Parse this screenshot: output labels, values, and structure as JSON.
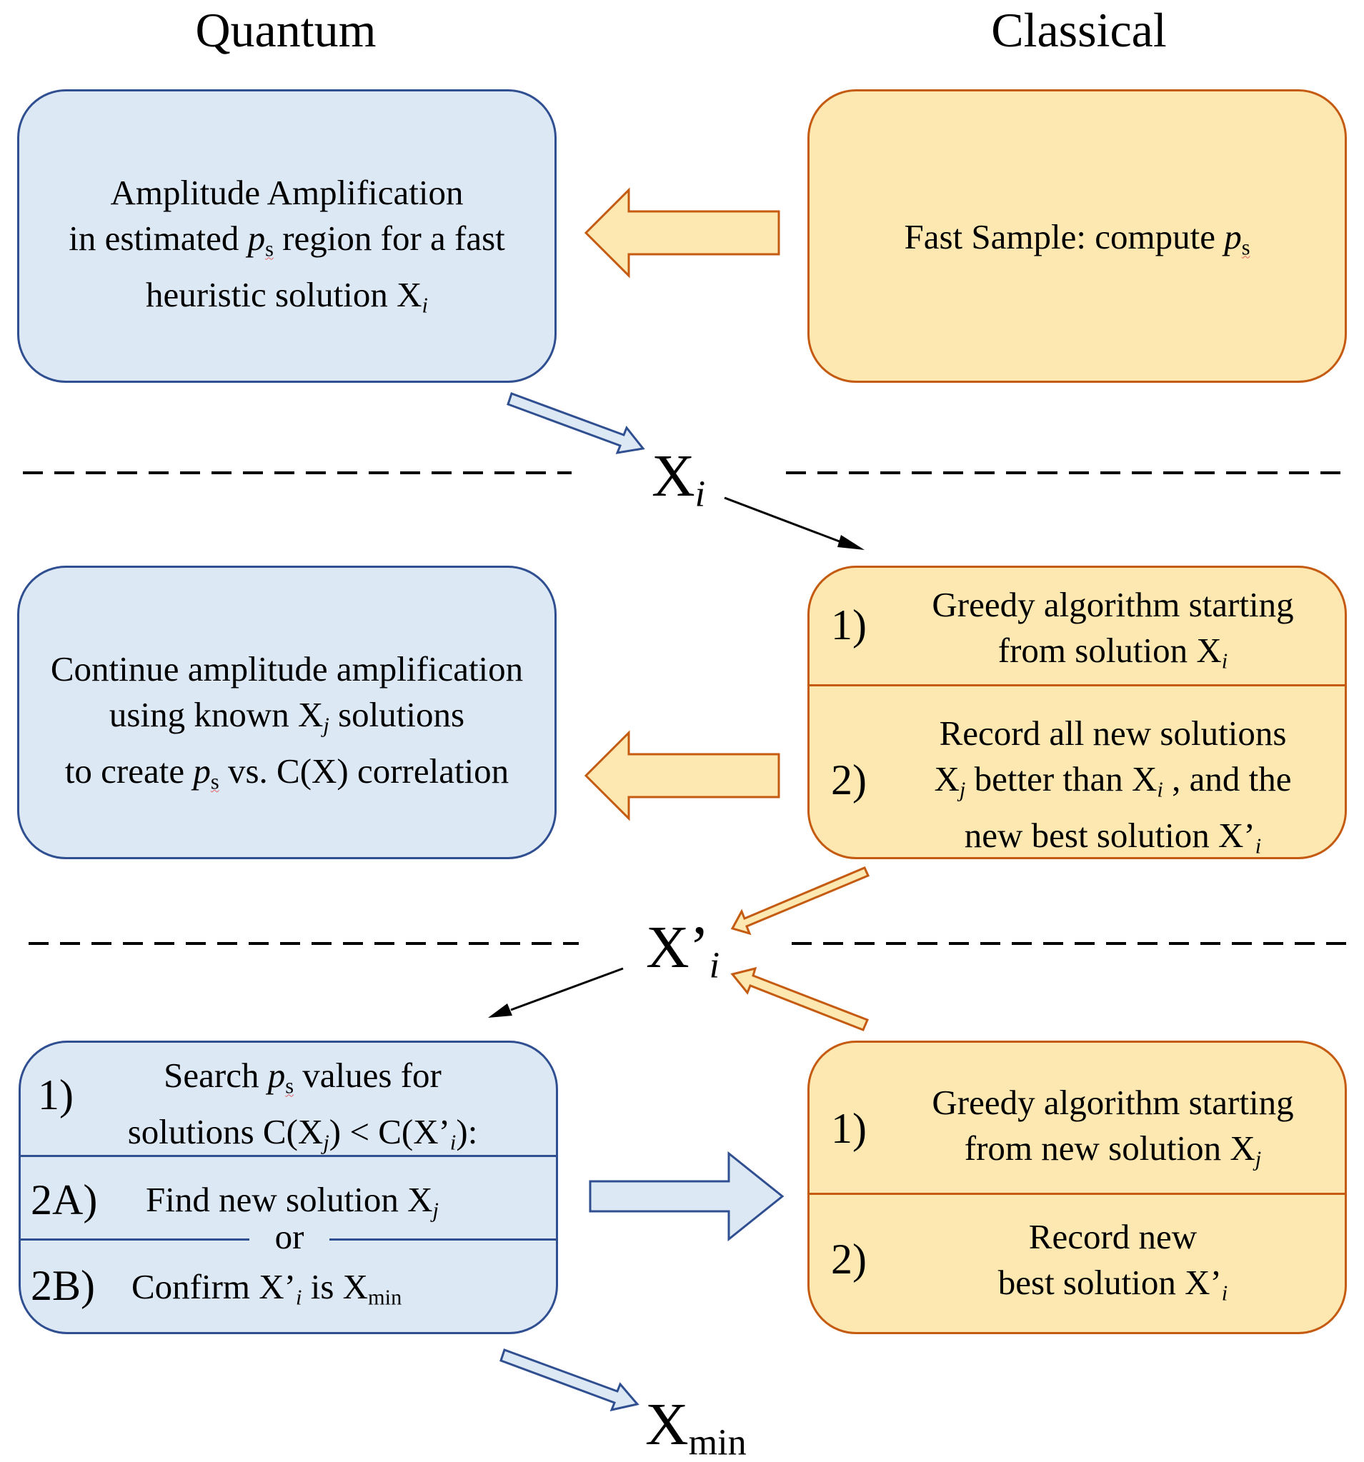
{
  "headers": {
    "quantum": "Quantum",
    "classical": "Classical"
  },
  "box1": {
    "line1": "Amplitude Amplification",
    "line2a": "in estimated ",
    "line2b": " region for a fast",
    "line3": "heuristic solution X"
  },
  "box2": {
    "line1": "Fast Sample:  compute "
  },
  "label_xi": "X",
  "box3": {
    "line1": "Continue amplitude amplification",
    "line2a": "using known X",
    "line2b": " solutions",
    "line3a": "to create ",
    "line3b": " vs. C(X) correlation"
  },
  "box4": {
    "num1": "1)",
    "step1_line1": "Greedy algorithm starting",
    "step1_line2": "from solution X",
    "num2": "2)",
    "step2_line1": "Record all new solutions",
    "step2_line2a": " better than X",
    "step2_line2b": " , and the",
    "step2_line3": "new best solution X’"
  },
  "label_xi_prime": "X’",
  "box5": {
    "num1": "1)",
    "step1_line1a": "Search ",
    "step1_line1b": " values for",
    "step1_line2a": "solutions C(X",
    "step1_line2b": ") < C(X’",
    "step1_line2c": "):",
    "num2a": "2A)",
    "step2a_text": "Find new solution X",
    "or": "or",
    "num2b": "2B)",
    "step2b_a": "Confirm X’",
    "step2b_b": " is X"
  },
  "box6": {
    "num1": "1)",
    "step1_line1": "Greedy algorithm starting",
    "step1_line2": "from new solution X",
    "num2": "2)",
    "step2_line1": "Record new",
    "step2_line2": "best solution X’"
  },
  "label_xmin": "X",
  "symbols": {
    "p": "p",
    "s": "s",
    "i": "i",
    "j": "j",
    "X": "X",
    "min": "min"
  },
  "colors": {
    "quantum_fill": "#dde8f5",
    "quantum_border": "#2f4f91",
    "classical_fill": "#fde8b1",
    "classical_border": "#c55a11"
  }
}
